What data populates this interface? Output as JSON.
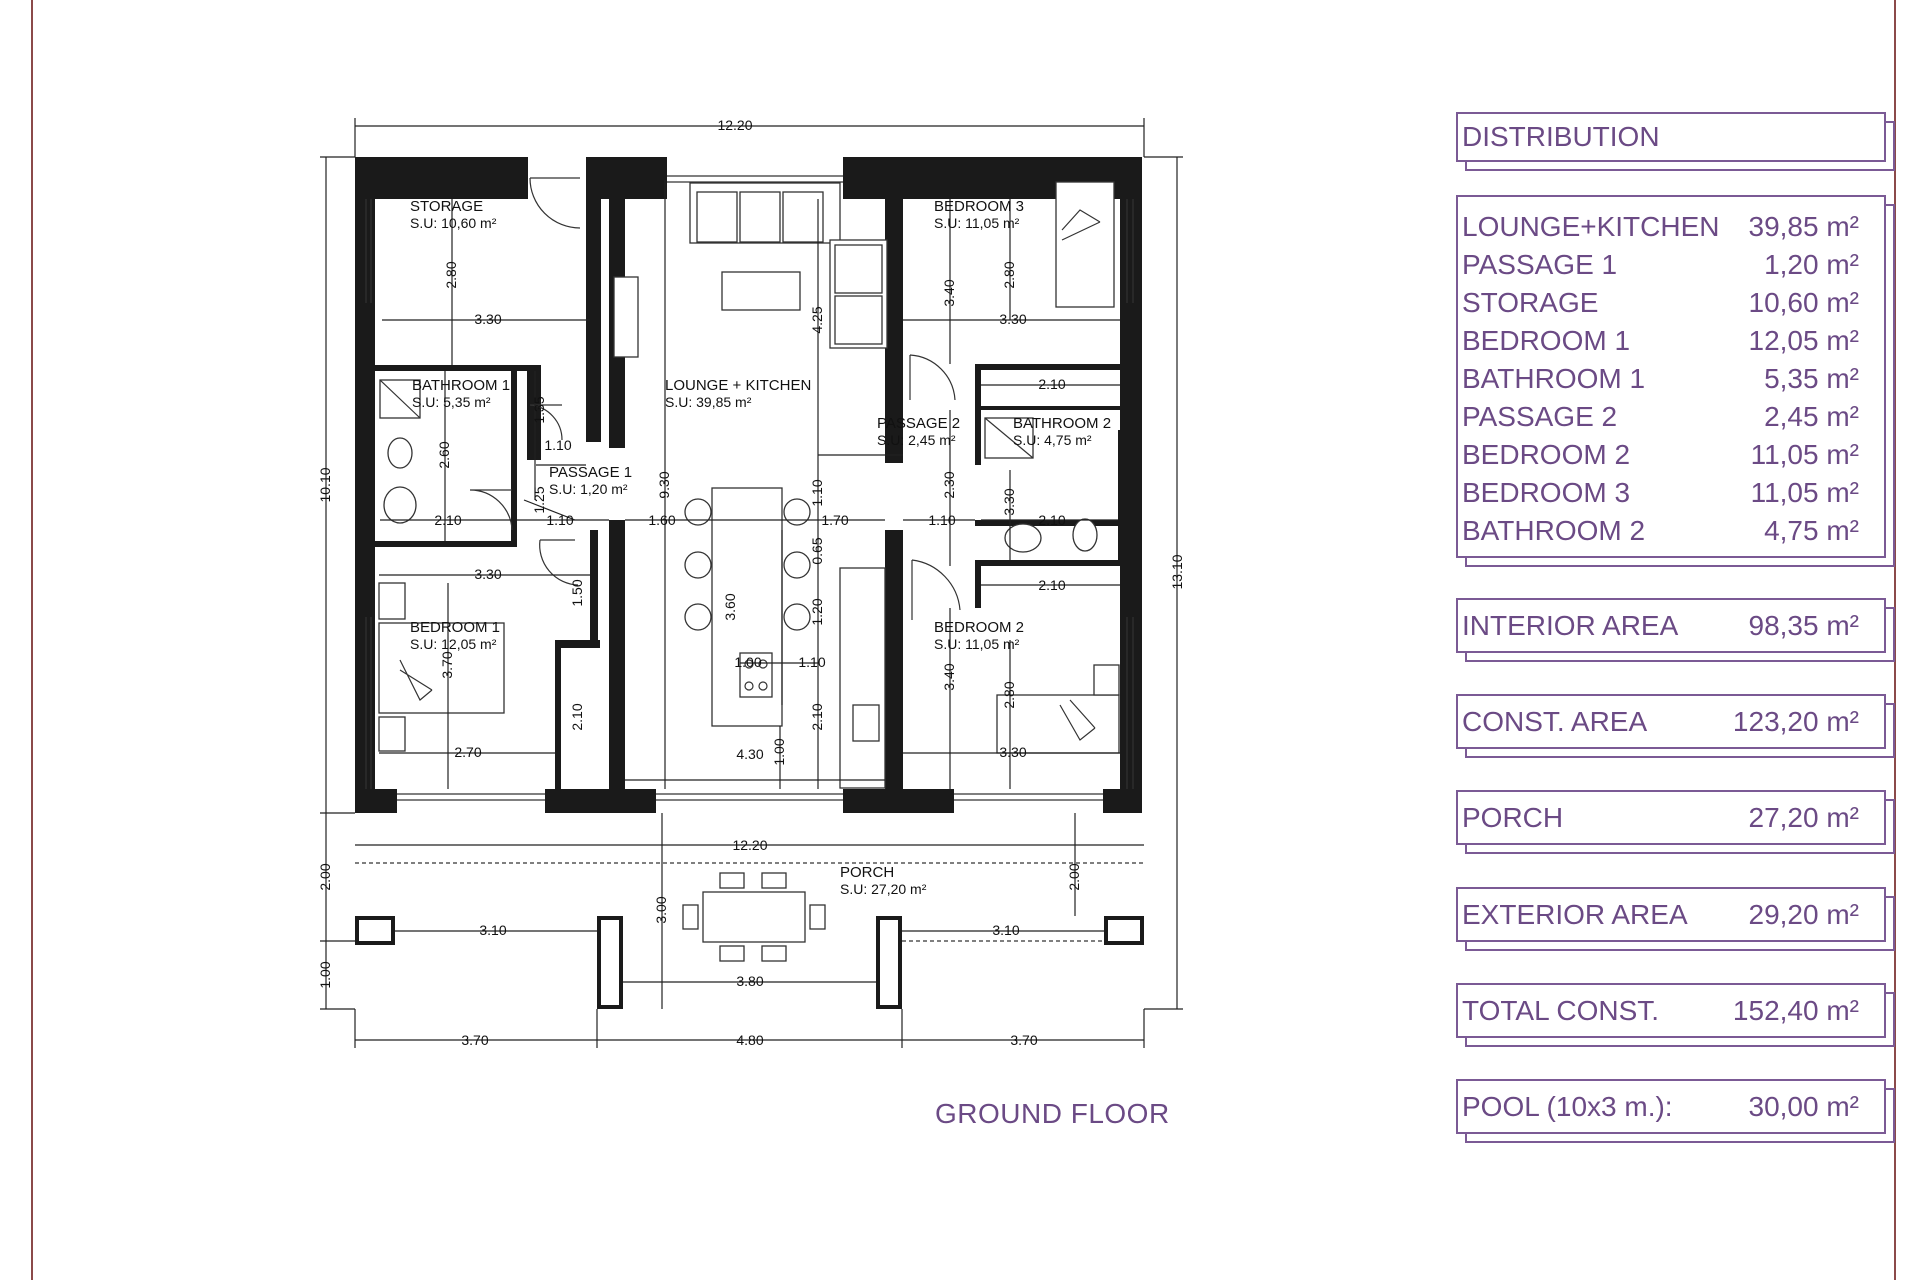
{
  "title": "GROUND FLOOR",
  "colors": {
    "walls": "#1a1a1a",
    "lines": "#333333",
    "accent_text": "#6b4a85",
    "frame": "#8b4a4a"
  },
  "rooms": {
    "storage": {
      "name": "STORAGE",
      "area": "S.U: 10,60 m²"
    },
    "bathroom1": {
      "name": "BATHROOM 1",
      "area": "S.U: 5,35 m²"
    },
    "passage1": {
      "name": "PASSAGE 1",
      "area": "S.U: 1,20 m²"
    },
    "bedroom1": {
      "name": "BEDROOM 1",
      "area": "S.U: 12,05 m²"
    },
    "lounge": {
      "name": "LOUNGE + KITCHEN",
      "area": "S.U: 39,85 m²"
    },
    "passage2": {
      "name": "PASSAGE 2",
      "area": "S.U: 2,45 m²"
    },
    "bathroom2": {
      "name": "BATHROOM 2",
      "area": "S.U: 4,75 m²"
    },
    "bedroom3": {
      "name": "BEDROOM 3",
      "area": "S.U: 11,05 m²"
    },
    "bedroom2": {
      "name": "BEDROOM 2",
      "area": "S.U: 11,05 m²"
    },
    "porch": {
      "name": "PORCH",
      "area": "S.U: 27,20 m²"
    }
  },
  "dimensions": {
    "top_width": "12.20",
    "porch_width": "12.20",
    "left_height": "10.10",
    "right_height": "13.10",
    "porch_depth_left": "2.00",
    "front_step": "1.00",
    "storage_w": "3.30",
    "storage_h": "2.80",
    "bath1_h": "2.60",
    "bath1_dim_a": "1.35",
    "bath1_dim_b": "1.10",
    "bath1_w": "2.10",
    "passage1_a": "1.25",
    "passage1_b": "1.10",
    "lounge_left": "1.60",
    "lounge_h": "9.30",
    "lounge_top": "4.25",
    "island_a": "1.10",
    "island_b": "1.70",
    "island_c": "0.65",
    "island_d": "3.60",
    "island_e": "1.20",
    "cooktop_a": "1.00",
    "cooktop_b": "1.10",
    "kitchen_a": "2.10",
    "kitchen_b": "1.00",
    "kitchen_w": "4.30",
    "bed1_top": "3.30",
    "bed1_h": "3.70",
    "bed1_w": "2.70",
    "bed1_door": "1.50",
    "bed1_closet": "2.10",
    "bed3_h1": "3.40",
    "bed3_h2": "2.80",
    "bed3_w": "3.30",
    "closet3_w": "2.10",
    "passage2_h": "2.30",
    "passage2_w": "1.10",
    "bath2_h": "3.30",
    "bath2_w": "2.10",
    "closet2_w": "2.10",
    "bed2_h1": "3.40",
    "bed2_h2": "2.80",
    "bed2_w": "3.30",
    "porch_depth_right": "2.00",
    "porch_depth_mid": "3.00",
    "porch_left": "3.10",
    "porch_right": "3.10",
    "porch_center": "3.80",
    "bottom_left": "3.70",
    "bottom_mid": "4.80",
    "bottom_right": "3.70"
  },
  "distribution": {
    "header": "DISTRIBUTION",
    "rows": [
      {
        "label": "LOUNGE+KITCHEN",
        "value": "39,85 m²"
      },
      {
        "label": "PASSAGE 1",
        "value": "1,20 m²"
      },
      {
        "label": "STORAGE",
        "value": "10,60 m²"
      },
      {
        "label": "BEDROOM 1",
        "value": "12,05 m²"
      },
      {
        "label": "BATHROOM 1",
        "value": "5,35 m²"
      },
      {
        "label": "PASSAGE 2",
        "value": "2,45 m²"
      },
      {
        "label": "BEDROOM 2",
        "value": "11,05 m²"
      },
      {
        "label": "BEDROOM 3",
        "value": "11,05 m²"
      },
      {
        "label": "BATHROOM 2",
        "value": "4,75 m²"
      }
    ],
    "interior": {
      "label": "INTERIOR AREA",
      "value": "98,35 m²"
    },
    "const_area": {
      "label": "CONST. AREA",
      "value": "123,20 m²"
    },
    "porch": {
      "label": "PORCH",
      "value": "27,20 m²"
    },
    "exterior": {
      "label": "EXTERIOR AREA",
      "value": "29,20 m²"
    },
    "total": {
      "label": "TOTAL CONST.",
      "value": "152,40 m²"
    },
    "pool": {
      "label": "POOL (10x3 m.):",
      "value": "30,00 m²"
    }
  }
}
